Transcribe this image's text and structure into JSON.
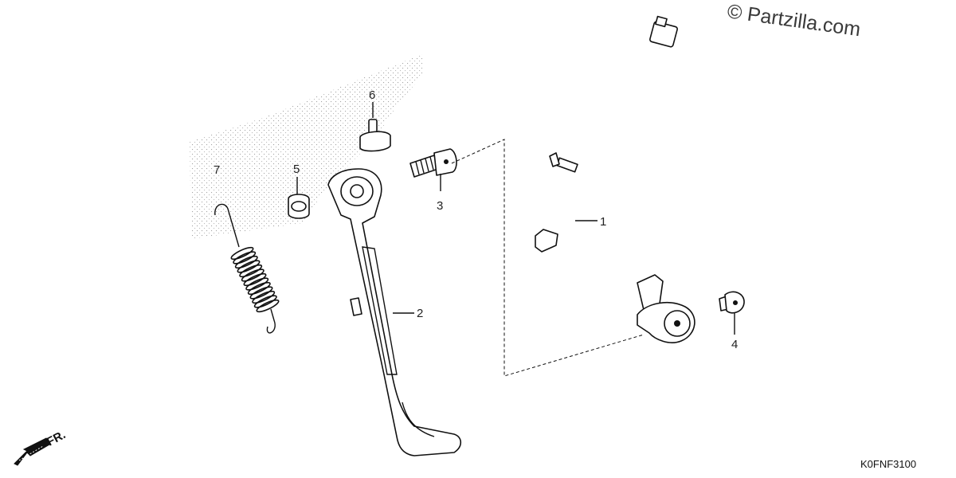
{
  "watermark": "© Partzilla.com",
  "diagram_code": "K0FNF3100",
  "direction_label": "FR.",
  "callouts": [
    {
      "id": "1",
      "label": "1"
    },
    {
      "id": "2",
      "label": "2"
    },
    {
      "id": "3",
      "label": "3"
    },
    {
      "id": "4",
      "label": "4"
    },
    {
      "id": "5",
      "label": "5"
    },
    {
      "id": "6",
      "label": "6"
    },
    {
      "id": "7",
      "label": "7"
    }
  ]
}
